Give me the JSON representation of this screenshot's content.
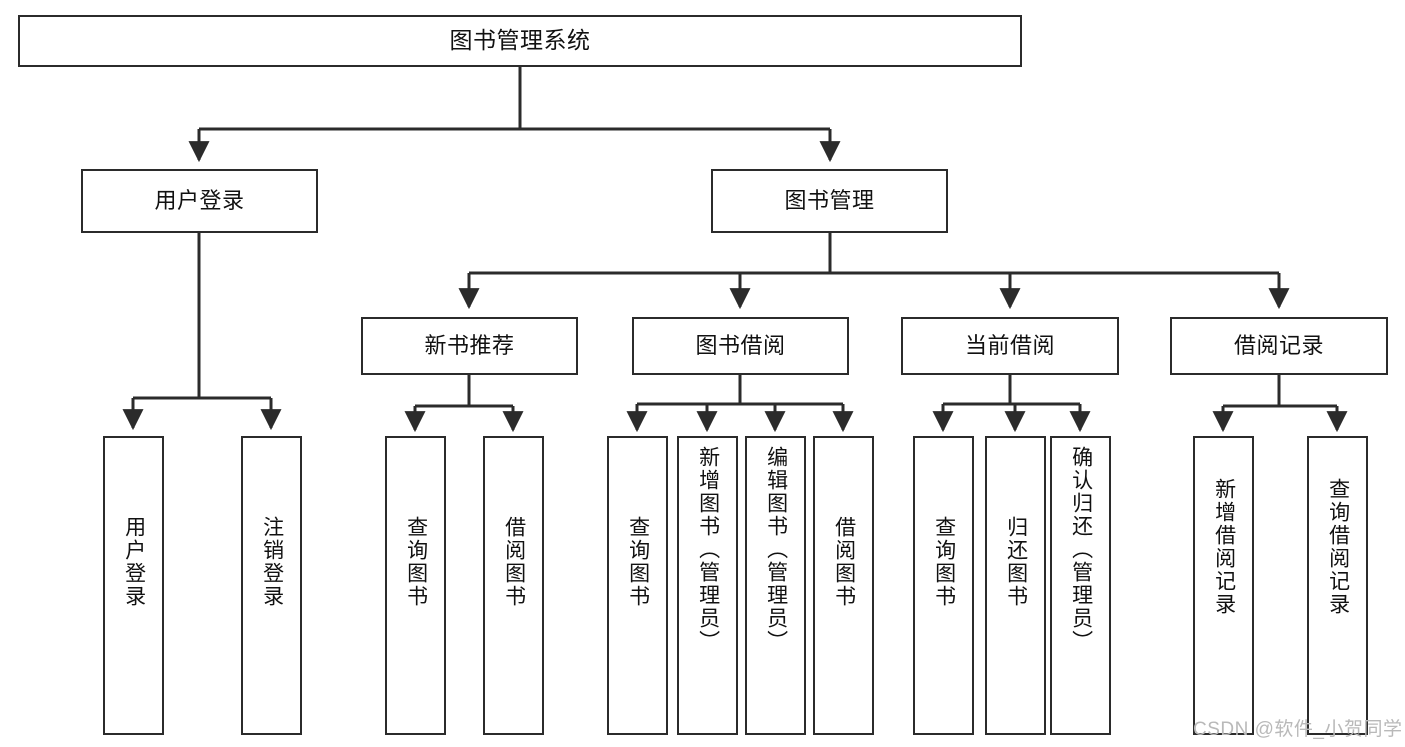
{
  "diagram": {
    "title": "图书管理系统",
    "type": "tree",
    "watermark": "CSDN @软件_小贺同学",
    "colors": {
      "box_border": "#2b2b2b",
      "box_fill": "#ffffff",
      "edge": "#2b2b2b",
      "text": "#111111",
      "watermark": "#b9b9b9",
      "background": "#ffffff"
    },
    "nodes": {
      "root": {
        "label": "图书管理系统",
        "orientation": "horizontal",
        "level": 1
      },
      "l2": [
        {
          "id": "user-login",
          "label": "用户登录",
          "orientation": "horizontal",
          "level": 2
        },
        {
          "id": "book-manage",
          "label": "图书管理",
          "orientation": "horizontal",
          "level": 2
        }
      ],
      "l3": [
        {
          "id": "new-book-recommend",
          "label": "新书推荐",
          "orientation": "horizontal",
          "level": 3
        },
        {
          "id": "book-borrow",
          "label": "图书借阅",
          "orientation": "horizontal",
          "level": 3
        },
        {
          "id": "current-borrow",
          "label": "当前借阅",
          "orientation": "horizontal",
          "level": 3
        },
        {
          "id": "borrow-record",
          "label": "借阅记录",
          "orientation": "horizontal",
          "level": 3
        }
      ],
      "leaves": [
        {
          "id": "leaf-user-login",
          "label": "用户登录",
          "orientation": "vertical",
          "parent": "user-login"
        },
        {
          "id": "leaf-logout",
          "label": "注销登录",
          "orientation": "vertical",
          "parent": "user-login"
        },
        {
          "id": "leaf-query-book-1",
          "label": "查询图书",
          "orientation": "vertical",
          "parent": "new-book-recommend"
        },
        {
          "id": "leaf-borrow-book-1",
          "label": "借阅图书",
          "orientation": "vertical",
          "parent": "new-book-recommend"
        },
        {
          "id": "leaf-query-book-2",
          "label": "查询图书",
          "orientation": "vertical",
          "parent": "book-borrow"
        },
        {
          "id": "leaf-add-book",
          "label": "新增图书（管理员）",
          "orientation": "vertical",
          "parent": "book-borrow"
        },
        {
          "id": "leaf-edit-book",
          "label": "编辑图书（管理员）",
          "orientation": "vertical",
          "parent": "book-borrow"
        },
        {
          "id": "leaf-borrow-book-2",
          "label": "借阅图书",
          "orientation": "vertical",
          "parent": "book-borrow"
        },
        {
          "id": "leaf-query-book-3",
          "label": "查询图书",
          "orientation": "vertical",
          "parent": "current-borrow"
        },
        {
          "id": "leaf-return-book",
          "label": "归还图书",
          "orientation": "vertical",
          "parent": "current-borrow"
        },
        {
          "id": "leaf-confirm-return",
          "label": "确认归还（管理员）",
          "orientation": "vertical",
          "parent": "current-borrow"
        },
        {
          "id": "leaf-add-record",
          "label": "新增借阅记录",
          "orientation": "vertical",
          "parent": "borrow-record"
        },
        {
          "id": "leaf-query-record",
          "label": "查询借阅记录",
          "orientation": "vertical",
          "parent": "borrow-record"
        }
      ]
    }
  }
}
